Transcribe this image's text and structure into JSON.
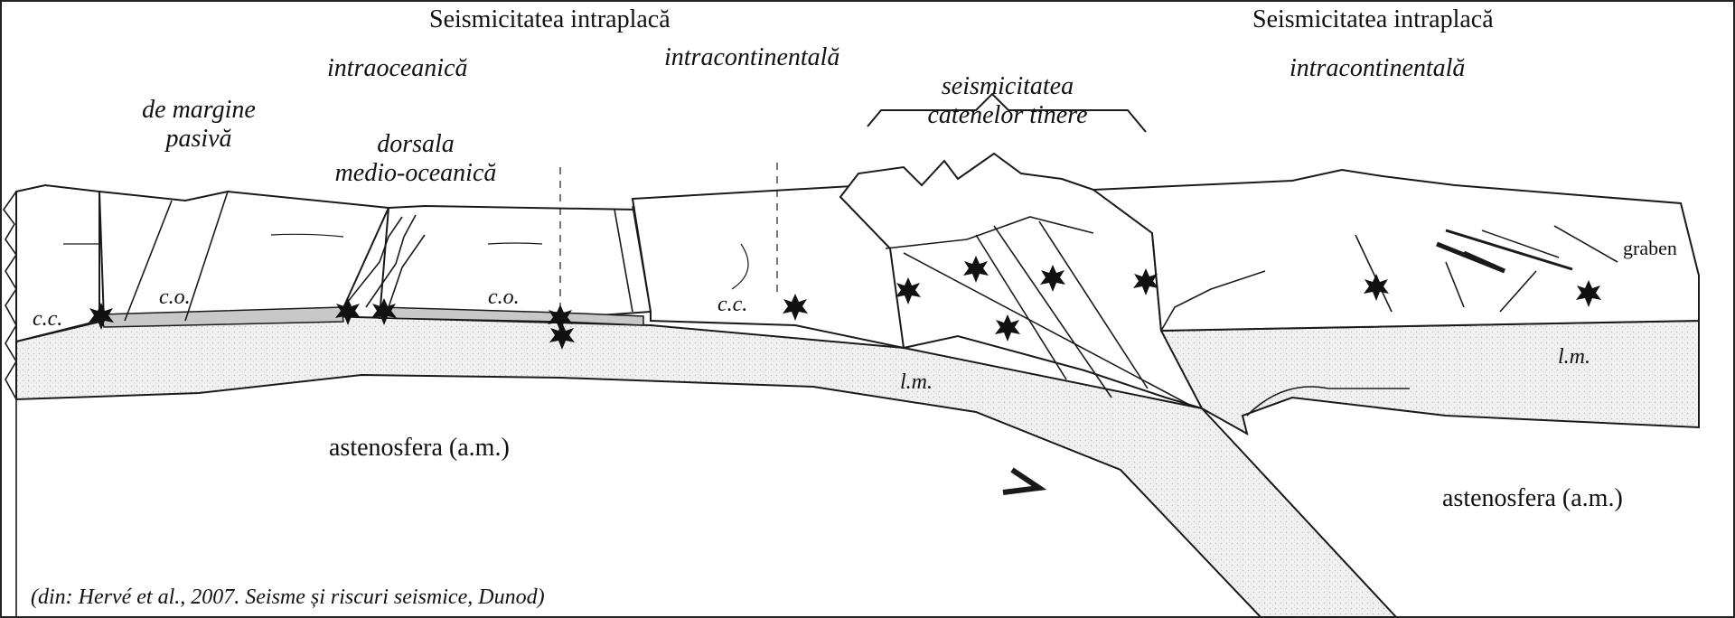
{
  "labels": {
    "title_left": "Seismicitatea intraplacă",
    "title_right": "Seismicitatea intraplacă",
    "intraoceanic": "intraoceanică",
    "intracontinental_mid": "intracontinentală",
    "intracontinental_right": "intracontinentală",
    "passive_margin_line1": "de margine",
    "passive_margin_line2": "pasivă",
    "ridge_line1": "dorsala",
    "ridge_line2": "medio-oceanică",
    "young_chains_line1": "seismicitatea",
    "young_chains_line2": "catenelor tinere",
    "graben": "graben",
    "cc_left": "c.c.",
    "co_left": "c.o.",
    "co_mid": "c.o.",
    "cc_mid": "c.c.",
    "lm_mid": "l.m.",
    "lm_right": "l.m.",
    "asthenosphere_left": "astenosfera (a.m.)",
    "asthenosphere_right": "astenosfera (a.m.)"
  },
  "caption": "(din: Hervé et al., 2007. Seisme și riscuri seismice, Dunod)",
  "earthquake_count": 13,
  "colors": {
    "line": "#1a1a1a",
    "lithosphere_fill": "#ececec",
    "crust_fill": "#ffffff",
    "asthenosphere_fill": "#ffffff",
    "oceanic_crust_band": "#c8c8c8"
  }
}
